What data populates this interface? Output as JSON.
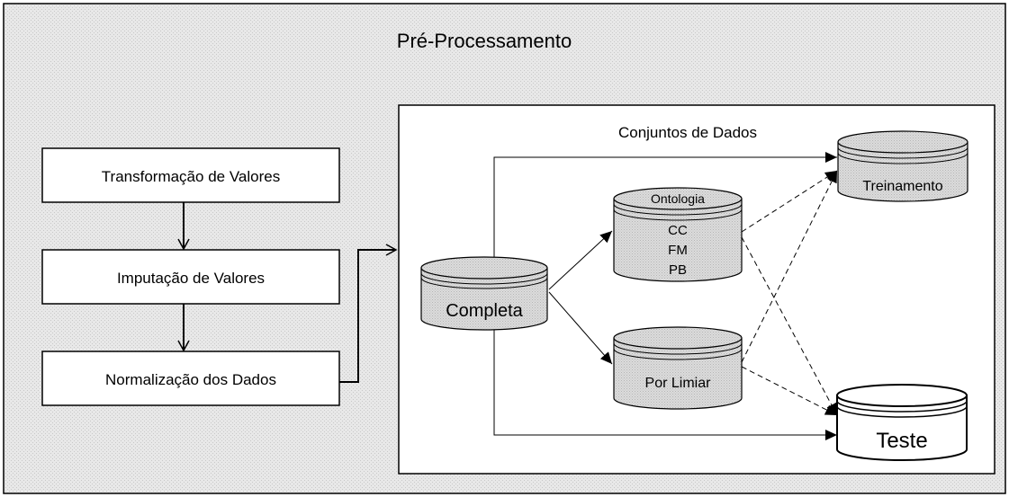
{
  "title": "Pré-Processamento",
  "pipeline": {
    "step1": "Transformação de Valores",
    "step2": "Imputação de Valores",
    "step3": "Normalização dos Dados"
  },
  "datasets": {
    "title": "Conjuntos de Dados",
    "completa": "Completa",
    "ontologia": {
      "header": "Ontologia",
      "items": [
        "CC",
        "FM",
        "PB"
      ]
    },
    "por_limiar": "Por Limiar",
    "treinamento": "Treinamento",
    "teste": "Teste"
  },
  "colors": {
    "panel_background": "#e6e6e6",
    "cylinder_fill": "#dadada",
    "teste_fill": "#ffffff",
    "stroke": "#000000"
  }
}
